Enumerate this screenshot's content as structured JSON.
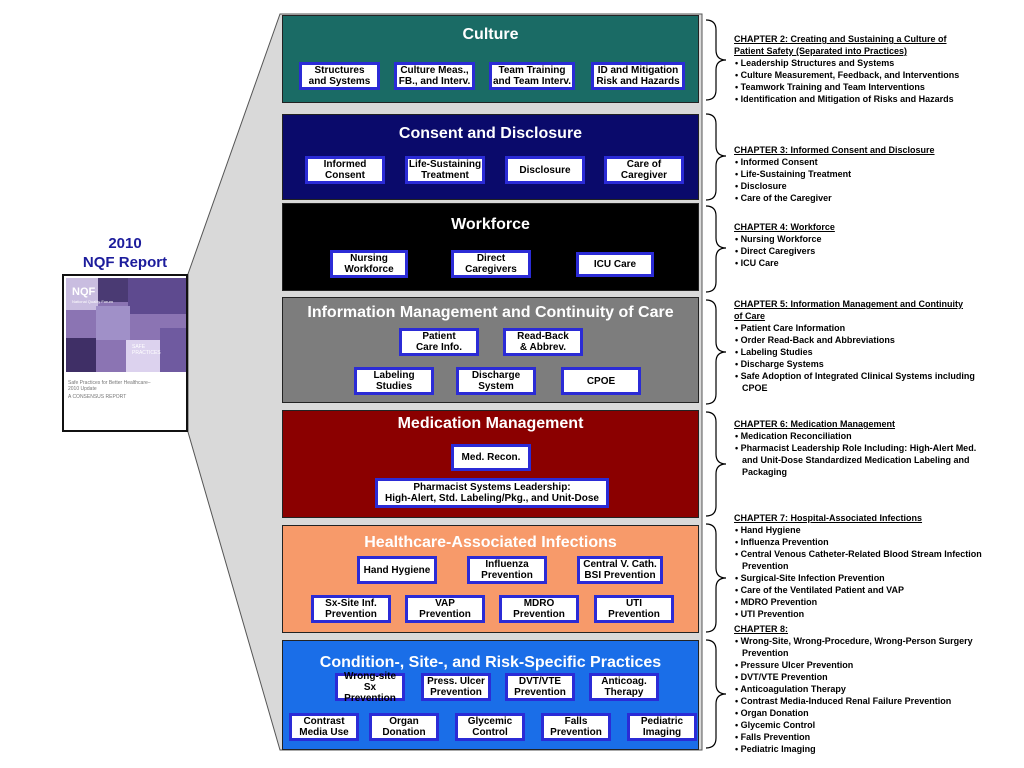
{
  "report": {
    "title": "2010\nNQF Report",
    "cover_brand": "NQF",
    "cover_subtitle": "National Quality Forum",
    "cover_badge": "SAFE\nPRACTICES",
    "cover_caption": "Safe Practices for Better Healthcare–\n2010 Update",
    "cover_tag": "A CONSENSUS REPORT"
  },
  "colors": {
    "culture": "#1a6b65",
    "consent": "#0a0a6b",
    "workforce": "#000000",
    "infomgmt": "#7d7d7d",
    "medication": "#8b0000",
    "infections": "#f79a6a",
    "condition": "#1a6ee8",
    "box_border": "#2b2bd6",
    "funnel": "#d9d9d9"
  },
  "bars": [
    {
      "title": "Culture",
      "boxes": [
        "Structures\nand Systems",
        "Culture Meas.,\nFB., and Interv.",
        "Team Training\nand Team Interv.",
        "ID and Mitigation\nRisk and Hazards"
      ]
    },
    {
      "title": "Consent and Disclosure",
      "boxes": [
        "Informed\nConsent",
        "Life-Sustaining\nTreatment",
        "Disclosure",
        "Care of\nCaregiver"
      ]
    },
    {
      "title": "Workforce",
      "boxes": [
        "Nursing\nWorkforce",
        "Direct\nCaregivers",
        "ICU Care"
      ]
    },
    {
      "title": "Information Management and Continuity of Care",
      "boxes": [
        "Patient\nCare Info.",
        "Read-Back\n& Abbrev.",
        "Labeling\nStudies",
        "Discharge\nSystem",
        "CPOE"
      ]
    },
    {
      "title": "Medication Management",
      "boxes": [
        "Med. Recon.",
        "Pharmacist Systems Leadership:\nHigh-Alert, Std. Labeling/Pkg., and Unit-Dose"
      ]
    },
    {
      "title": "Healthcare-Associated Infections",
      "boxes": [
        "Hand Hygiene",
        "Influenza\nPrevention",
        "Central V. Cath.\nBSI Prevention",
        "Sx-Site Inf.\nPrevention",
        "VAP\nPrevention",
        "MDRO\nPrevention",
        "UTI\nPrevention"
      ]
    },
    {
      "title": "Condition-, Site-, and Risk-Specific Practices",
      "boxes": [
        "Wrong-site\nSx Prevention",
        "Press. Ulcer\nPrevention",
        "DVT/VTE\nPrevention",
        "Anticoag.\nTherapy",
        "Contrast\nMedia Use",
        "Organ\nDonation",
        "Glycemic\nControl",
        "Falls\nPrevention",
        "Pediatric\nImaging"
      ]
    }
  ],
  "chapters": [
    {
      "heading": "CHAPTER 2: Creating and Sustaining a Culture of\nPatient Safety (Separated into Practices)",
      "items": [
        "Leadership Structures and Systems",
        "Culture Measurement, Feedback, and Interventions",
        "Teamwork Training and Team Interventions",
        "Identification and Mitigation of Risks and Hazards"
      ]
    },
    {
      "heading": "CHAPTER 3: Informed Consent and Disclosure",
      "items": [
        "Informed Consent",
        "Life-Sustaining Treatment",
        "Disclosure",
        "Care of the Caregiver"
      ]
    },
    {
      "heading": "CHAPTER 4: Workforce",
      "items": [
        "Nursing Workforce",
        "Direct Caregivers",
        "ICU Care"
      ]
    },
    {
      "heading": "CHAPTER 5: Information Management and Continuity\nof Care",
      "items": [
        "Patient Care Information",
        "Order Read-Back and Abbreviations",
        "Labeling Studies",
        "Discharge Systems",
        "Safe Adoption of Integrated Clinical Systems including CPOE"
      ]
    },
    {
      "heading": "CHAPTER 6: Medication Management",
      "items": [
        "Medication Reconciliation",
        "Pharmacist Leadership Role Including: High-Alert Med. and Unit-Dose Standardized Medication Labeling and Packaging"
      ]
    },
    {
      "heading": "CHAPTER 7: Hospital-Associated Infections",
      "items": [
        "Hand Hygiene",
        "Influenza Prevention",
        "Central Venous Catheter-Related Blood Stream Infection Prevention",
        "Surgical-Site Infection Prevention",
        "Care of the Ventilated Patient and VAP",
        "MDRO Prevention",
        "UTI Prevention"
      ]
    },
    {
      "heading": "CHAPTER 8:",
      "items": [
        "Wrong-Site, Wrong-Procedure, Wrong-Person Surgery Prevention",
        "Pressure Ulcer Prevention",
        "DVT/VTE Prevention",
        "Anticoagulation Therapy",
        "Contrast Media-Induced Renal Failure Prevention",
        "Organ Donation",
        "Glycemic Control",
        "Falls Prevention",
        "Pediatric Imaging"
      ]
    }
  ]
}
